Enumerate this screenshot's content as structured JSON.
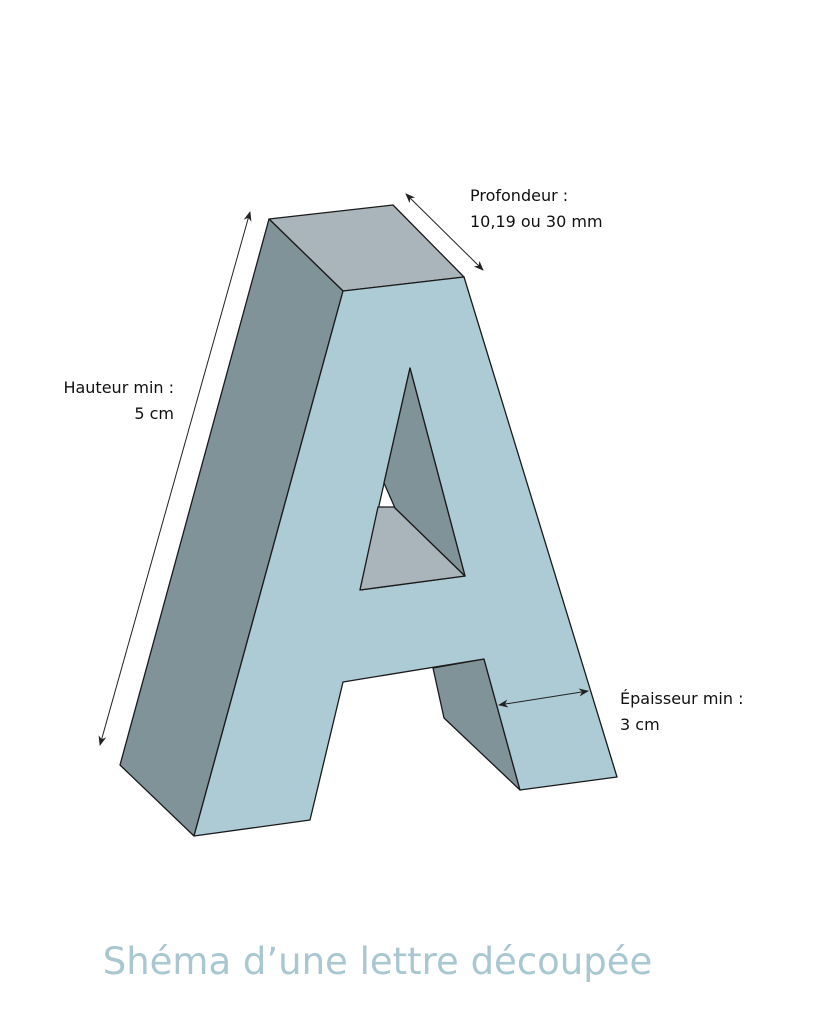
{
  "labels": {
    "depth_title": "Profondeur :",
    "depth_value": "10,19 ou 30 mm",
    "height_title": "Hauteur min :",
    "height_value": "5 cm",
    "thickness_title": "Épaisseur min :",
    "thickness_value": "3 cm"
  },
  "title": "Shéma d’une lettre découpée",
  "colors": {
    "front": "#adcbd5",
    "side": "#7f9399",
    "top": "#a9b5bb",
    "title": "#a8c7d1"
  }
}
